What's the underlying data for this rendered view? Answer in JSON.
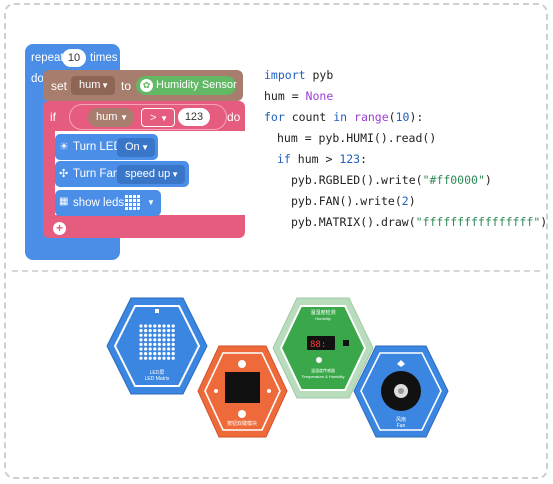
{
  "blocks": {
    "repeat_label": "repeat",
    "repeat_count": "10",
    "times_label": "times",
    "do_label": "do",
    "set_label": "set",
    "set_var": "hum",
    "to_label": "to",
    "sensor_label": "Humidity Sensor",
    "if_label": "if",
    "if_do_label": "do",
    "cmp_var": "hum",
    "cmp_op": ">",
    "cmp_value": "123",
    "led_label": "Turn LED",
    "led_value": "On",
    "fan_label": "Turn Fan",
    "fan_value": "speed up",
    "leds_label": "show leds",
    "colors": {
      "loop": "#4a8ee8",
      "variable": "#a77e6d",
      "logic": "#e55c7e",
      "sensor": "#62b865"
    }
  },
  "code": {
    "line1_kw": "import",
    "line1_rest": " pyb",
    "line2_a": "hum = ",
    "line2_b": "None",
    "line3_kw1": "for",
    "line3_a": " count ",
    "line3_kw2": "in",
    "line3_fn": " range",
    "line3_b": "(",
    "line3_num": "10",
    "line3_c": "):",
    "line4": "hum = pyb.HUMI().read()",
    "line5_kw": "if",
    "line5_a": " hum > ",
    "line5_num": "123",
    "line5_b": ":",
    "line6_a": "pyb.RGBLED().write(",
    "line6_str": "\"#ff0000\"",
    "line6_b": ")",
    "line7_a": "pyb.FAN().write(",
    "line7_num": "2",
    "line7_b": ")",
    "line8_a": "pyb.MATRIX().draw(",
    "line8_str": "\"ffffffffffffffff\"",
    "line8_b": ")"
  },
  "modules": {
    "matrix_label": "LED屏\nLED Matrix",
    "button_label": "按钮双键模块",
    "sensor_title": "温湿度检测",
    "sensor_sub": "Humidity",
    "sensor_bottom": "温湿度传感器\nTemperature & Humidity",
    "fan_label": "风扇\nFan",
    "colors": {
      "matrix": "#3b86e0",
      "button": "#ef6a3a",
      "sensor_outer": "#b9dcbd",
      "sensor_inner": "#3aa84a",
      "fan": "#3b86e0"
    }
  }
}
